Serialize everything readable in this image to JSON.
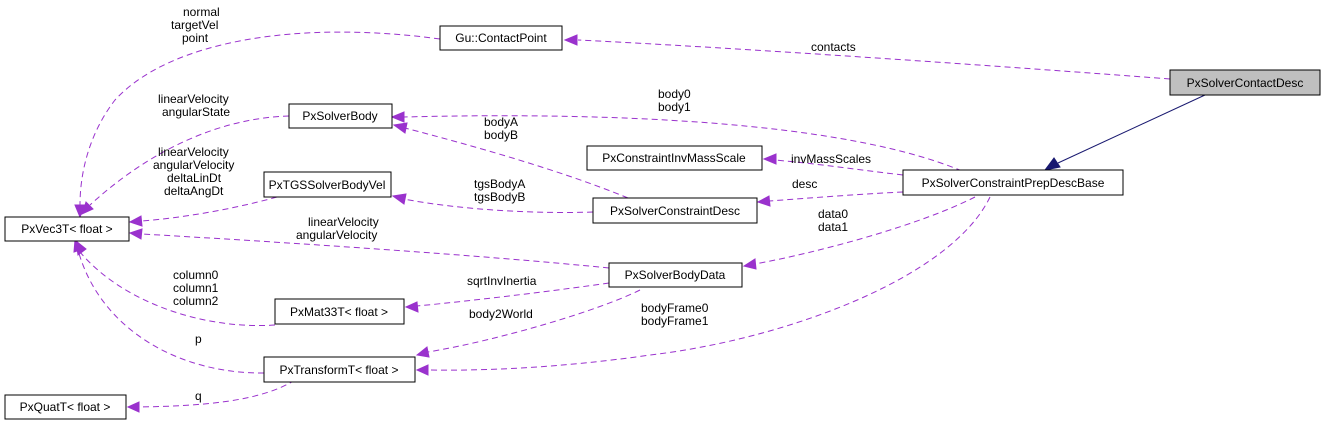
{
  "nodes": {
    "contactDesc": "PxSolverContactDesc",
    "prepDescBase": "PxSolverConstraintPrepDescBase",
    "contactPoint": "Gu::ContactPoint",
    "solverBody": "PxSolverBody",
    "invMassScale": "PxConstraintInvMassScale",
    "tgsBodyVel": "PxTGSSolverBodyVel",
    "constraintDesc": "PxSolverConstraintDesc",
    "vec3": "PxVec3T< float >",
    "bodyData": "PxSolverBodyData",
    "mat33": "PxMat33T< float >",
    "transform": "PxTransformT< float >",
    "quat": "PxQuatT< float >"
  },
  "edge_labels": {
    "contacts": [
      "contacts"
    ],
    "body01": [
      "body0",
      "body1"
    ],
    "bodyAB": [
      "bodyA",
      "bodyB"
    ],
    "invMassScales": [
      "invMassScales"
    ],
    "desc": [
      "desc"
    ],
    "tgsBody": [
      "tgsBodyA",
      "tgsBodyB"
    ],
    "data01": [
      "data0",
      "data1"
    ],
    "cpVec": [
      "normal",
      "targetVel",
      "point"
    ],
    "sbVec": [
      "linearVelocity",
      "angularState"
    ],
    "tgsVec": [
      "linearVelocity",
      "angularVelocity",
      "deltaLinDt",
      "deltaAngDt"
    ],
    "bdVec": [
      "linearVelocity",
      "angularVelocity"
    ],
    "sqrtInv": [
      "sqrtInvInertia"
    ],
    "matVec": [
      "column0",
      "column1",
      "column2"
    ],
    "body2World": [
      "body2World"
    ],
    "bodyFrame": [
      "bodyFrame0",
      "bodyFrame1"
    ],
    "p": [
      "p"
    ],
    "q": [
      "q"
    ]
  },
  "colors": {
    "composition": "#9a32cd",
    "inheritance": "#191970",
    "highlight": "#bfbfbf"
  }
}
